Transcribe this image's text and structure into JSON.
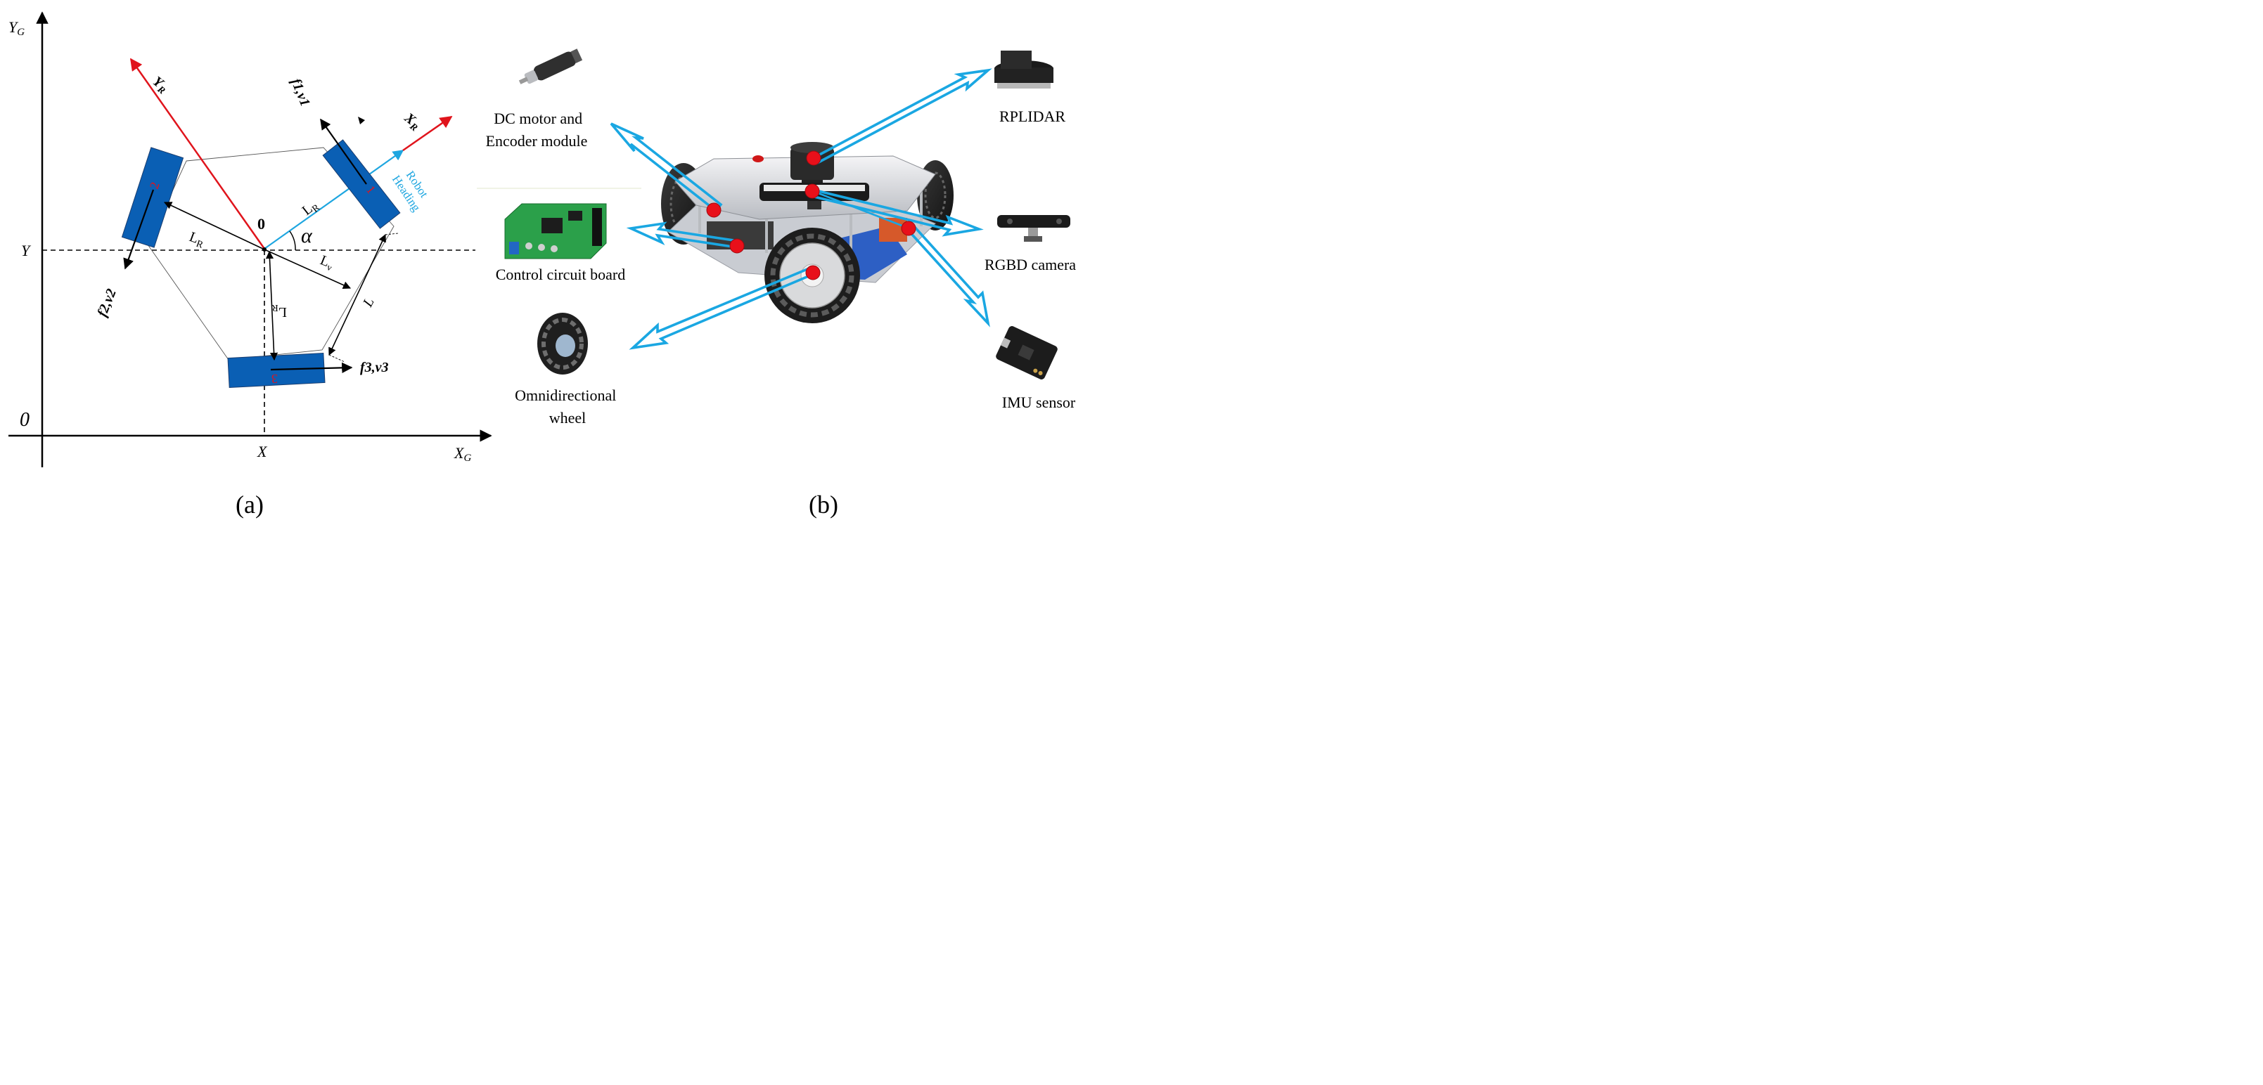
{
  "panel_a": {
    "caption": "(a)",
    "axis_yg": "Y",
    "axis_yg_sub": "G",
    "axis_xg": "X",
    "axis_xg_sub": "G",
    "origin": "0",
    "y_marker": "Y",
    "x_marker": "X",
    "axis_yr": "Y",
    "axis_yr_sub": "R",
    "axis_xr": "X",
    "axis_xr_sub": "R",
    "robot_center": "0",
    "robot_heading": [
      "Robot",
      "Heading"
    ],
    "alpha": "α",
    "wheel1_num": "1",
    "wheel2_num": "2",
    "wheel3_num": "3",
    "f1v1": "f1,v1",
    "f2v2": "f2,v2",
    "f3v3": "f3,v3",
    "lr": "L",
    "lr_sub": "R",
    "lv": "L",
    "lv_sub": "v",
    "l": "L"
  },
  "panel_b": {
    "caption": "(b)",
    "components": [
      {
        "label_lines": [
          "DC motor and",
          "Encoder module"
        ]
      },
      {
        "label_lines": [
          "Control circuit board"
        ]
      },
      {
        "label_lines": [
          "Omnidirectional",
          "wheel"
        ]
      },
      {
        "label_lines": [
          "RPLIDAR"
        ]
      },
      {
        "label_lines": [
          "RGBD camera"
        ]
      },
      {
        "label_lines": [
          "IMU sensor"
        ]
      }
    ]
  },
  "colors": {
    "wheel_blue": "#0a5fb4",
    "axis_red": "#e0141c",
    "heading_cyan": "#1ea6e0",
    "arrow_cyan": "#1aa7e2",
    "marker_red": "#e8101a"
  }
}
